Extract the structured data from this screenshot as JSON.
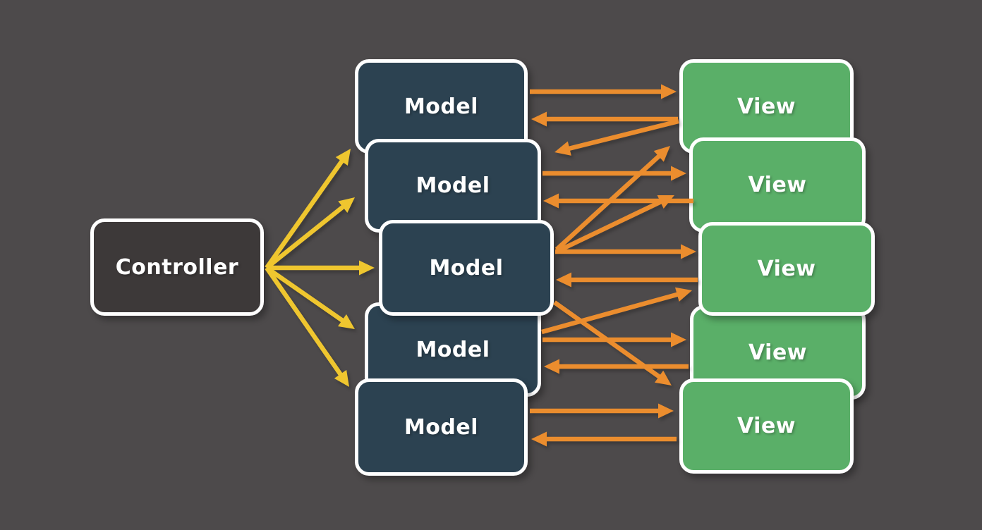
{
  "diagram": {
    "nodes": [
      {
        "id": "controller",
        "label": "Controller",
        "type": "controller"
      },
      {
        "id": "model1",
        "label": "Model",
        "type": "model"
      },
      {
        "id": "model2",
        "label": "Model",
        "type": "model"
      },
      {
        "id": "model3",
        "label": "Model",
        "type": "model"
      },
      {
        "id": "model4",
        "label": "Model",
        "type": "model"
      },
      {
        "id": "model5",
        "label": "Model",
        "type": "model"
      },
      {
        "id": "view1",
        "label": "View",
        "type": "view"
      },
      {
        "id": "view2",
        "label": "View",
        "type": "view"
      },
      {
        "id": "view3",
        "label": "View",
        "type": "view"
      },
      {
        "id": "view4",
        "label": "View",
        "type": "view"
      },
      {
        "id": "view5",
        "label": "View",
        "type": "view"
      }
    ],
    "edges": [
      {
        "from": "controller",
        "to": "model1",
        "group": "controller-to-model"
      },
      {
        "from": "controller",
        "to": "model2",
        "group": "controller-to-model"
      },
      {
        "from": "controller",
        "to": "model3",
        "group": "controller-to-model"
      },
      {
        "from": "controller",
        "to": "model4",
        "group": "controller-to-model"
      },
      {
        "from": "controller",
        "to": "model5",
        "group": "controller-to-model"
      },
      {
        "from": "model1",
        "to": "view1",
        "group": "model-view"
      },
      {
        "from": "view1",
        "to": "model1",
        "group": "model-view"
      },
      {
        "from": "model2",
        "to": "view2",
        "group": "model-view"
      },
      {
        "from": "view2",
        "to": "model2",
        "group": "model-view"
      },
      {
        "from": "model3",
        "to": "view3",
        "group": "model-view"
      },
      {
        "from": "view3",
        "to": "model3",
        "group": "model-view"
      },
      {
        "from": "model4",
        "to": "view4",
        "group": "model-view"
      },
      {
        "from": "view4",
        "to": "model4",
        "group": "model-view"
      },
      {
        "from": "model5",
        "to": "view5",
        "group": "model-view"
      },
      {
        "from": "view5",
        "to": "model5",
        "group": "model-view"
      },
      {
        "from": "view1",
        "to": "model2",
        "group": "model-view"
      },
      {
        "from": "model3",
        "to": "view1",
        "group": "model-view"
      },
      {
        "from": "model3",
        "to": "view2",
        "group": "model-view"
      },
      {
        "from": "model4",
        "to": "view3",
        "group": "model-view"
      },
      {
        "from": "model3",
        "to": "view5",
        "group": "model-view"
      }
    ],
    "colors": {
      "background": "#4d4a4b",
      "controller_fill": "#3d3939",
      "model_fill": "#2c4251",
      "view_fill": "#5aaf68",
      "node_border": "#ffffff",
      "node_text": "#ffffff",
      "controller_arrow": "#efc62f",
      "model_view_arrow": "#eb8d2e"
    }
  }
}
